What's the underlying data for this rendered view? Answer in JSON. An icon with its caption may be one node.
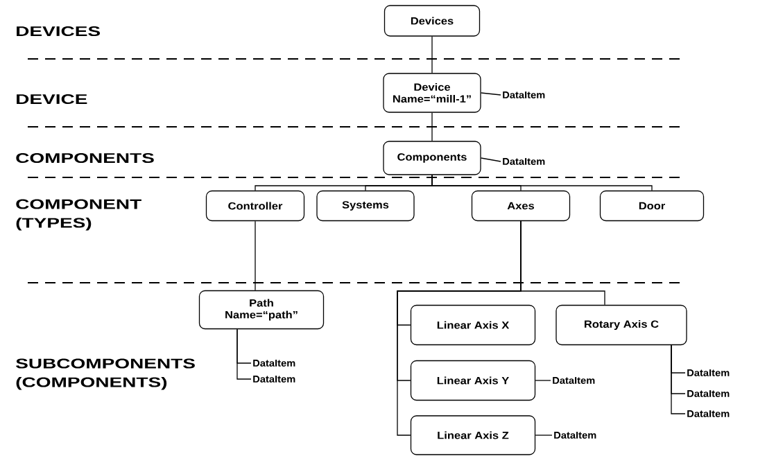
{
  "diagram": {
    "nodes": [
      {
        "text": [
          "Devices"
        ]
      },
      {
        "text": [
          "Device Name=“mill-1”"
        ]
      },
      {
        "text": [
          "Components"
        ]
      },
      {
        "text": [
          "Controller"
        ]
      },
      {
        "text": [
          "Systems"
        ]
      },
      {
        "text": [
          "Axes"
        ]
      },
      {
        "text": [
          "Door"
        ]
      },
      {
        "text": [
          "Path Name=“path”"
        ]
      },
      {
        "text": [
          "Linear Axis X"
        ]
      },
      {
        "text": [
          "Linear Axis Y"
        ]
      },
      {
        "text": [
          "Linear Axis Z"
        ]
      },
      {
        "text": [
          "Rotary Axis C"
        ]
      },
      {
        "text": [
          "DataItem"
        ]
      },
      {
        "text": [
          "DataItem"
        ]
      },
      {
        "text": [
          "DataItem"
        ]
      },
      {
        "text": [
          "DataItem"
        ]
      },
      {
        "text": [
          "DataItem"
        ]
      },
      {
        "text": [
          "DataItem"
        ]
      },
      {
        "text": [
          "DataItem"
        ]
      },
      {
        "text": [
          "DataItem"
        ]
      },
      {
        "text": [
          "DataItem"
        ]
      }
    ],
    "edges": [
      {
        "from": 0,
        "to": 1,
        "arrow": "none"
      },
      {
        "from": 1,
        "to": 2,
        "arrow": "none"
      },
      {
        "from": 2,
        "to": 3,
        "arrow": "none"
      },
      {
        "from": 2,
        "to": 4,
        "arrow": "none"
      },
      {
        "from": 2,
        "to": 5,
        "arrow": "none"
      },
      {
        "from": 2,
        "to": 6,
        "arrow": "none"
      },
      {
        "from": 3,
        "to": 7,
        "arrow": "none"
      },
      {
        "from": 5,
        "to": 8,
        "arrow": "none"
      },
      {
        "from": 5,
        "to": 9,
        "arrow": "none"
      },
      {
        "from": 5,
        "to": 10,
        "arrow": "none"
      },
      {
        "from": 5,
        "to": 11,
        "arrow": "none"
      },
      {
        "from": 1,
        "to": 12,
        "arrow": "none"
      },
      {
        "from": 2,
        "to": 13,
        "arrow": "none"
      },
      {
        "from": 7,
        "to": 14,
        "arrow": "none"
      },
      {
        "from": 7,
        "to": 15,
        "arrow": "none"
      },
      {
        "from": 9,
        "to": 16,
        "arrow": "none"
      },
      {
        "from": 10,
        "to": 17,
        "arrow": "none"
      },
      {
        "from": 11,
        "to": 18,
        "arrow": "none"
      },
      {
        "from": 11,
        "to": 19,
        "arrow": "none"
      },
      {
        "from": 11,
        "to": 20,
        "arrow": "none"
      }
    ],
    "labels": [
      "DEVICES",
      "DEVICE",
      "COMPONENTS",
      "COMPONENT (TYPES)",
      "SUBCOMPONENTS (COMPONENTS)"
    ]
  }
}
